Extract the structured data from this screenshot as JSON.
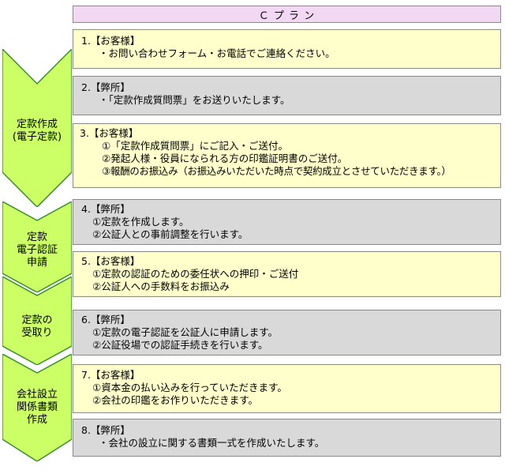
{
  "header": {
    "plan_title": "Ｃ プ ラ ン"
  },
  "phases": [
    {
      "label_lines": [
        "定款作成",
        "(電子定款)"
      ]
    },
    {
      "label_lines": [
        "定款",
        "電子認証",
        "申請"
      ]
    },
    {
      "label_lines": [
        "定款の",
        "受取り"
      ]
    },
    {
      "label_lines": [
        "会社設立",
        "関係書類",
        "作成"
      ]
    }
  ],
  "steps": [
    {
      "title": "1.【お客様】",
      "lines": [
        "・お問い合わせフォーム・お電話でご連絡ください。"
      ]
    },
    {
      "title": "2.【弊所】",
      "lines": [
        "・「定款作成質問票」をお送りいたします。"
      ]
    },
    {
      "title": "3.【お客様】",
      "lines": [
        "①「定款作成質問票」にご記入・ご送付。",
        "②発起人様・役員になられる方の印鑑証明書のご送付。",
        "③報酬のお振込み（お振込みいただいた時点で契約成立とさせていただきます。）"
      ]
    },
    {
      "title": "4.【弊所】",
      "lines": [
        "①定款を作成します。",
        "②公証人との事前調整を行います。"
      ]
    },
    {
      "title": "5.【お客様】",
      "lines": [
        "①定款の認証のための委任状への押印・ご送付",
        "②公証人への手数料をお振込み"
      ]
    },
    {
      "title": "6.【弊所】",
      "lines": [
        "①定款の電子認証を公証人に申請します。",
        "②公証役場での認証手続きを行います。"
      ]
    },
    {
      "title": "7.【お客様】",
      "lines": [
        "①資本金の払い込みを行っていただきます。",
        "②会社の印鑑をお作りいただきます。"
      ]
    },
    {
      "title": "8.【弊所】",
      "lines": [
        "・会社の設立に関する書類一式を作成いたします。"
      ]
    }
  ],
  "colors": {
    "arrow_fill": "#ccff66",
    "arrow_stroke": "#3a8f2a",
    "header_fill": "#f2d8f2",
    "step_yellow": "#ffffcc",
    "step_gray": "#d9d9d9"
  }
}
